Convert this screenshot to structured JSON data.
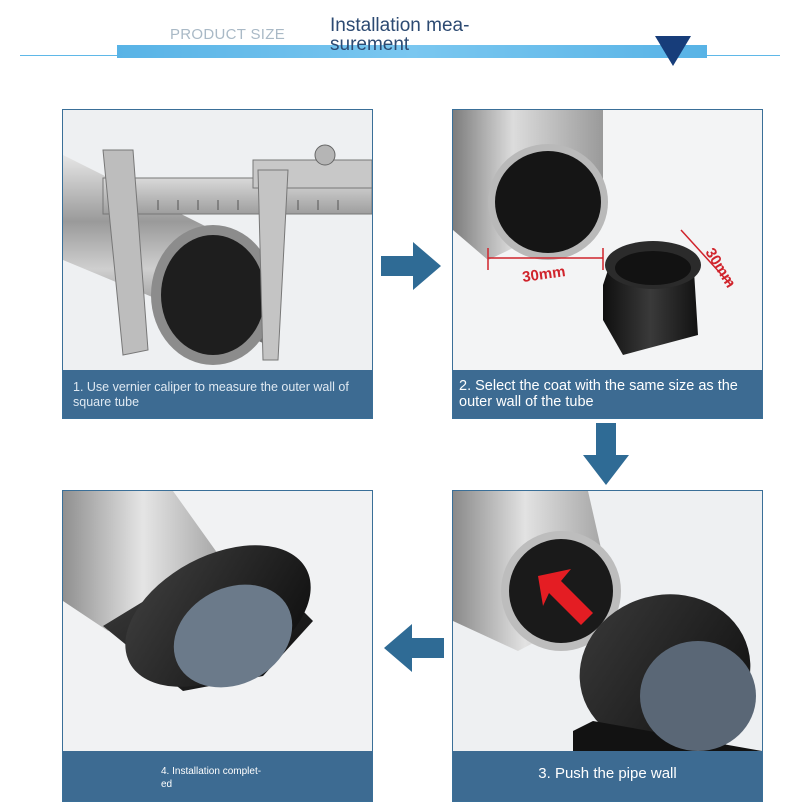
{
  "header": {
    "left_label": "PRODUCT SIZE",
    "title": "Installation mea-\nsurement"
  },
  "steps": [
    {
      "caption": "1. Use vernier caliper to measure the outer wall of square tube"
    },
    {
      "caption": "2. Select the coat with the same size as the outer wall of the tube",
      "dimension_tube": "30mm",
      "dimension_cap": "30mm"
    },
    {
      "caption": "3. Push the pipe wall"
    },
    {
      "caption": "4. Installation complet-\ned"
    }
  ],
  "colors": {
    "accent_bar": "#58b3e6",
    "caption_bg": "#3d6b92",
    "arrow": "#2f6b95",
    "dimension_red": "#d0242c",
    "marker": "#173d7a"
  },
  "icons": [
    "arrow-right-icon",
    "arrow-down-icon",
    "arrow-left-icon",
    "red-push-arrow-icon"
  ]
}
